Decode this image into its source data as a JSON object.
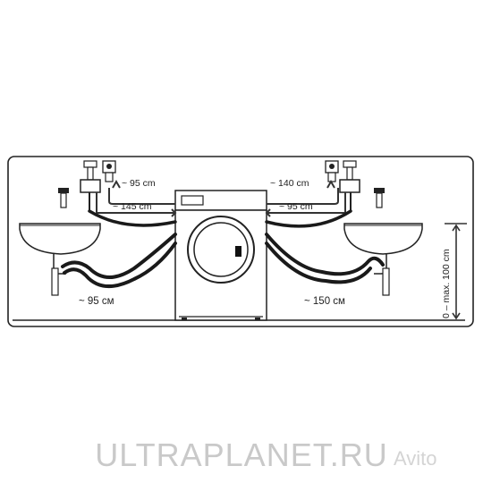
{
  "labels": {
    "top_left_1": "~ 95 cm",
    "top_left_2": "~ 145 cm",
    "top_right_1": "~ 140 cm",
    "top_right_2": "~ 95 cm",
    "bottom_left": "~ 95 см",
    "bottom_right": "~ 150 см",
    "height": "0 – max. 100 cm"
  },
  "watermark": {
    "text": "ULTRAPLANET.RU",
    "avito": "Avito"
  },
  "colors": {
    "line": "#1a1a1a",
    "hose": "#1a1a1a",
    "panel_border": "#222222",
    "watermark": "#c9c9c9"
  }
}
